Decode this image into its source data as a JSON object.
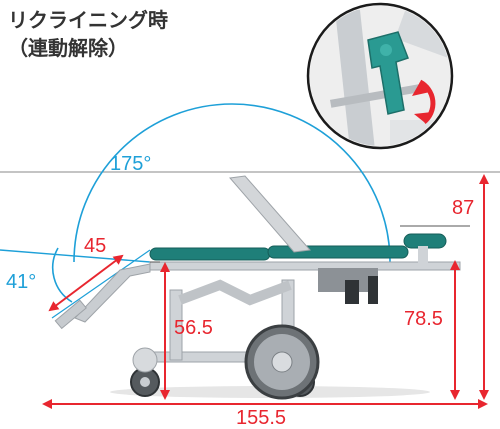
{
  "title": {
    "line1": "リクライニング時",
    "line2": "（連動解除）"
  },
  "dimensions": {
    "recline_angle": "175°",
    "footrest_length": "45",
    "footrest_angle": "41°",
    "seat_height": "56.5",
    "armrest_height": "78.5",
    "total_height": "87",
    "total_length": "155.5"
  },
  "colors": {
    "dimension_red": "#e8262f",
    "angle_blue": "#1ea0d8",
    "seat_teal": "#1f7f79",
    "frame_gray": "#bfc3c7",
    "lever_teal": "#2a9a92"
  }
}
